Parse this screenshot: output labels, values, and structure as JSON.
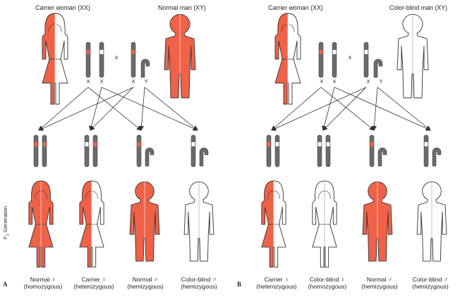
{
  "panels": [
    {
      "letter": "A",
      "mother_title": "Carrier woman (XX)",
      "father_title": "Normal man (XY)",
      "parent_chromosome_labels": [
        "X",
        "X",
        "X",
        "Y"
      ],
      "cross_symbol": "x",
      "offspring": [
        {
          "line1": "Normal ♀",
          "line2": "(homozygous)"
        },
        {
          "line1": "Carrier ♀",
          "line2": "(heterozygous)"
        },
        {
          "line1": "Normal ♂",
          "line2": "(hemizygous)"
        },
        {
          "line1": "Color-blind ♂",
          "line2": "(hemizygous)"
        }
      ]
    },
    {
      "letter": "B",
      "mother_title": "Carrier woman (XX)",
      "father_title": "Color-blind man (XY)",
      "parent_chromosome_labels": [
        "X",
        "X",
        "X",
        "Y"
      ],
      "cross_symbol": "x",
      "offspring": [
        {
          "line1": "Carrier ♀",
          "line2": "(heterozygous)"
        },
        {
          "line1": "Color-blind ♀",
          "line2": "(homozygous)"
        },
        {
          "line1": "Normal ♂",
          "line2": "(hemizygous)"
        },
        {
          "line1": "Color-blind ♂",
          "line2": "(hemizygous)"
        }
      ]
    }
  ],
  "generation_label_main": "F",
  "generation_label_sub": "1",
  "generation_label_rest": " Generation",
  "colors": {
    "normal_allele": "#ef6248",
    "chromosome": "#6b6b6b",
    "outline": "#333333",
    "background": "#ffffff"
  }
}
